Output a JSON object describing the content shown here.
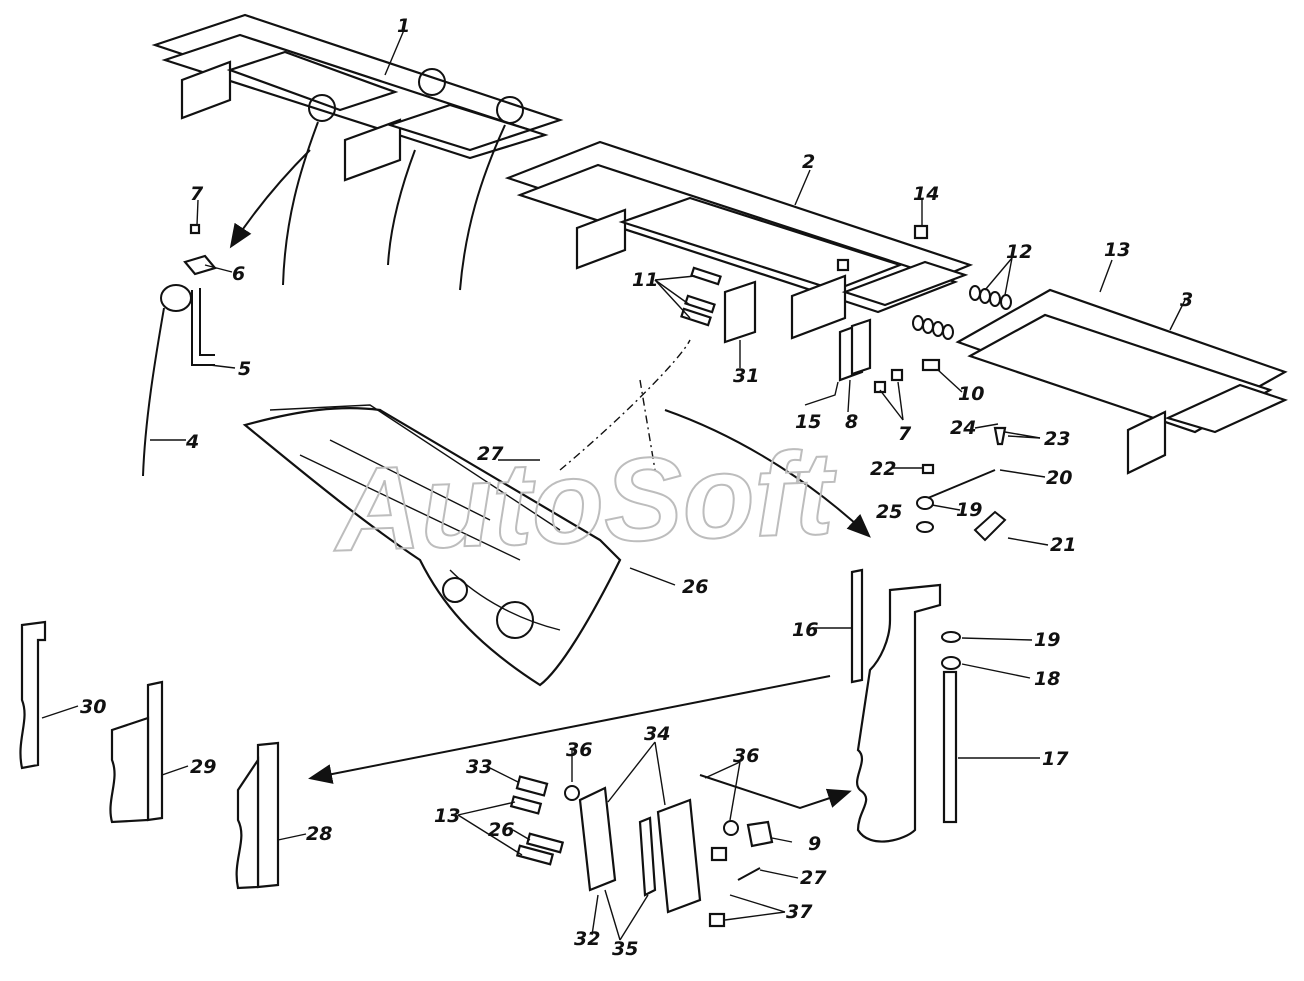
{
  "watermark": "AutoSoft",
  "callouts": {
    "c1": "1",
    "c2": "2",
    "c3": "3",
    "c4": "4",
    "c5": "5",
    "c6": "6",
    "c7a": "7",
    "c7b": "7",
    "c8": "8",
    "c9": "9",
    "c10": "10",
    "c11": "11",
    "c12": "12",
    "c13a": "13",
    "c13b": "13",
    "c14": "14",
    "c15": "15",
    "c16": "16",
    "c17": "17",
    "c18": "18",
    "c19a": "19",
    "c19b": "19",
    "c20": "20",
    "c21": "21",
    "c22": "22",
    "c23": "23",
    "c24": "24",
    "c25": "25",
    "c26a": "26",
    "c26b": "26",
    "c27a": "27",
    "c27b": "27",
    "c28": "28",
    "c29": "29",
    "c30": "30",
    "c31": "31",
    "c32": "32",
    "c33": "33",
    "c34": "34",
    "c35": "35",
    "c36a": "36",
    "c36b": "36",
    "c37": "37"
  }
}
